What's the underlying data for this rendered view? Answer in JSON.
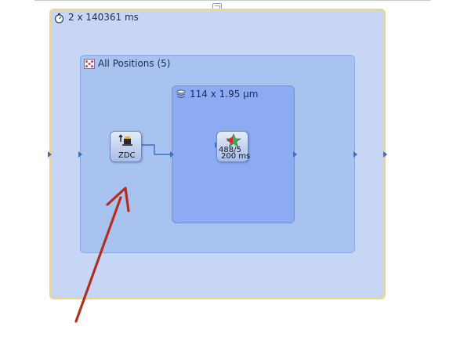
{
  "timelapse": {
    "label": "2 x 140361 ms",
    "icon": "stopwatch-icon"
  },
  "positions": {
    "label": "All Positions (5)",
    "icon": "positions-icon"
  },
  "zstack": {
    "label": "114 x 1.95 µm",
    "icon": "layers-icon"
  },
  "nodes": {
    "zdc": {
      "label": "ZDC",
      "icon": "zdc-focus-icon"
    },
    "acquisition": {
      "label_top": "488/5",
      "label_bottom": "200 ms",
      "icon": "fluorescence-channel-icon"
    }
  },
  "annotation": {
    "icon": "red-arrow-annotation"
  },
  "colors": {
    "annotation_arrow": "#b32e1c",
    "connector": "#3a6fc2",
    "timelapse_border": "#f0d68a"
  }
}
